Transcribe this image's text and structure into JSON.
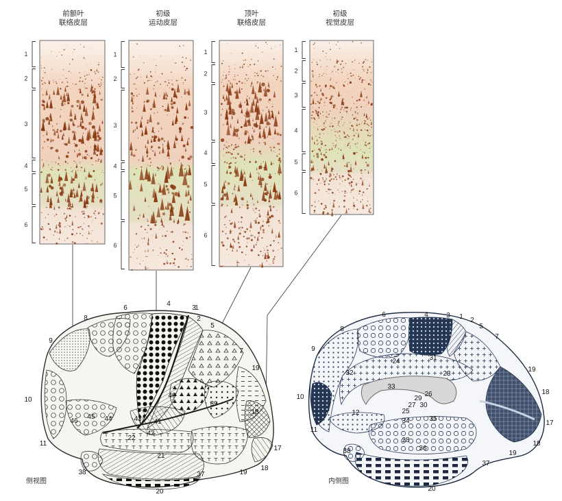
{
  "panels": [
    {
      "title_lines": [
        "前额叶",
        "联络皮层"
      ],
      "layers": [
        "1",
        "2",
        "3",
        "4",
        "5",
        "6"
      ]
    },
    {
      "title_lines": [
        "初级",
        "运动皮层"
      ],
      "layers": [
        "1",
        "2",
        "3",
        "4",
        "5",
        "6"
      ]
    },
    {
      "title_lines": [
        "顶叶",
        "联络皮层"
      ],
      "layers": [
        "1",
        "2",
        "3",
        "4",
        "5",
        "6"
      ]
    },
    {
      "title_lines": [
        "初级",
        "视觉皮层"
      ],
      "layers": [
        "1",
        "2",
        "3",
        "4",
        "5",
        "6"
      ]
    }
  ],
  "lateral_view": {
    "caption": "侧视图",
    "area_numbers": [
      "1",
      "2",
      "3",
      "4",
      "5",
      "6",
      "7",
      "8",
      "9",
      "10",
      "11",
      "17",
      "18",
      "18",
      "19",
      "19",
      "20",
      "21",
      "22",
      "37",
      "38",
      "39",
      "40",
      "41",
      "42",
      "43",
      "44",
      "45",
      "46"
    ]
  },
  "medial_view": {
    "caption": "内侧图",
    "area_numbers": [
      "1",
      "2",
      "3",
      "4",
      "5",
      "6",
      "7",
      "8",
      "9",
      "10",
      "11",
      "12",
      "17",
      "18",
      "18",
      "19",
      "19",
      "20",
      "23",
      "24",
      "25",
      "26",
      "27",
      "28",
      "29",
      "30",
      "31",
      "32",
      "33",
      "34",
      "35",
      "36",
      "37",
      "38"
    ]
  },
  "colors": {
    "stain": "#8a3a12",
    "tissue_light": "#f4e4d8",
    "band_green": "#dfe3b8",
    "outline": "#2c2c2c",
    "medial_dark": "#1e2d44"
  }
}
